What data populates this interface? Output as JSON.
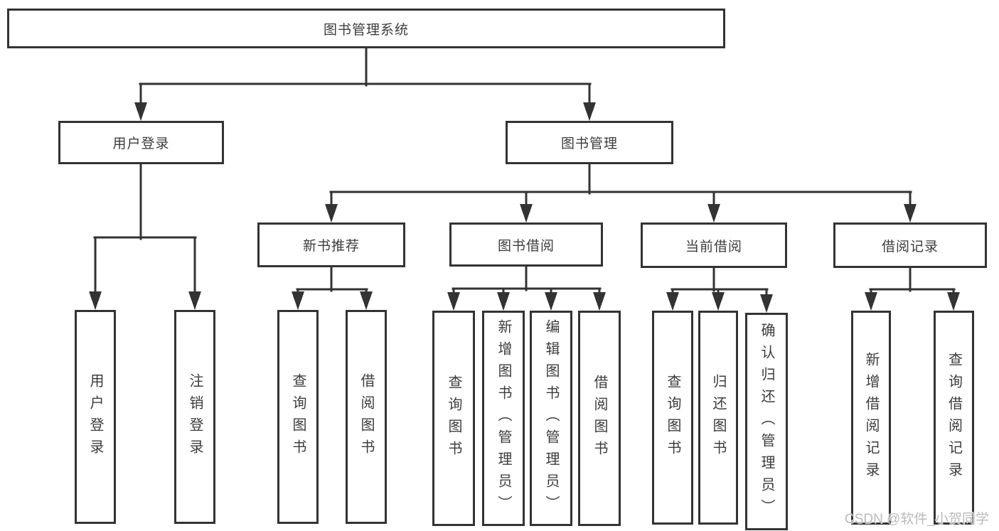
{
  "nodes": {
    "root": "图书管理系统",
    "user_login": "用户登录",
    "book_management": "图书管理",
    "new_book_recommend": "新书推荐",
    "book_borrowing": "图书借阅",
    "current_borrowing": "当前借阅",
    "borrow_records": "借阅记录",
    "ul_user_login": "用户登录",
    "ul_logout": "注销登录",
    "nb_query_books": "查询图书",
    "nb_borrow_books": "借阅图书",
    "bb_query_books": "查询图书",
    "bb_add_books_admin": "新增图书（管理员）",
    "bb_edit_books_admin": "编辑图书（管理员）",
    "bb_borrow_books": "借阅图书",
    "cb_query_books": "查询图书",
    "cb_return_books": "归还图书",
    "cb_confirm_return_admin": "确认归还（管理员）",
    "br_add_record": "新增借阅记录",
    "br_query_record": "查询借阅记录"
  },
  "edges": [
    [
      "图书管理系统",
      "用户登录"
    ],
    [
      "图书管理系统",
      "图书管理"
    ],
    [
      "用户登录",
      "用户登录"
    ],
    [
      "用户登录",
      "注销登录"
    ],
    [
      "图书管理",
      "新书推荐"
    ],
    [
      "图书管理",
      "图书借阅"
    ],
    [
      "图书管理",
      "当前借阅"
    ],
    [
      "图书管理",
      "借阅记录"
    ],
    [
      "新书推荐",
      "查询图书"
    ],
    [
      "新书推荐",
      "借阅图书"
    ],
    [
      "图书借阅",
      "查询图书"
    ],
    [
      "图书借阅",
      "新增图书（管理员）"
    ],
    [
      "图书借阅",
      "编辑图书（管理员）"
    ],
    [
      "图书借阅",
      "借阅图书"
    ],
    [
      "当前借阅",
      "查询图书"
    ],
    [
      "当前借阅",
      "归还图书"
    ],
    [
      "当前借阅",
      "确认归还（管理员）"
    ],
    [
      "借阅记录",
      "新增借阅记录"
    ],
    [
      "借阅记录",
      "查询借阅记录"
    ]
  ],
  "watermark": "CSDN @软件_小贺同学",
  "colors": {
    "line": "#333333",
    "text": "#3c3c3c",
    "watermark": "#b5b5b5",
    "background": "#ffffff"
  }
}
